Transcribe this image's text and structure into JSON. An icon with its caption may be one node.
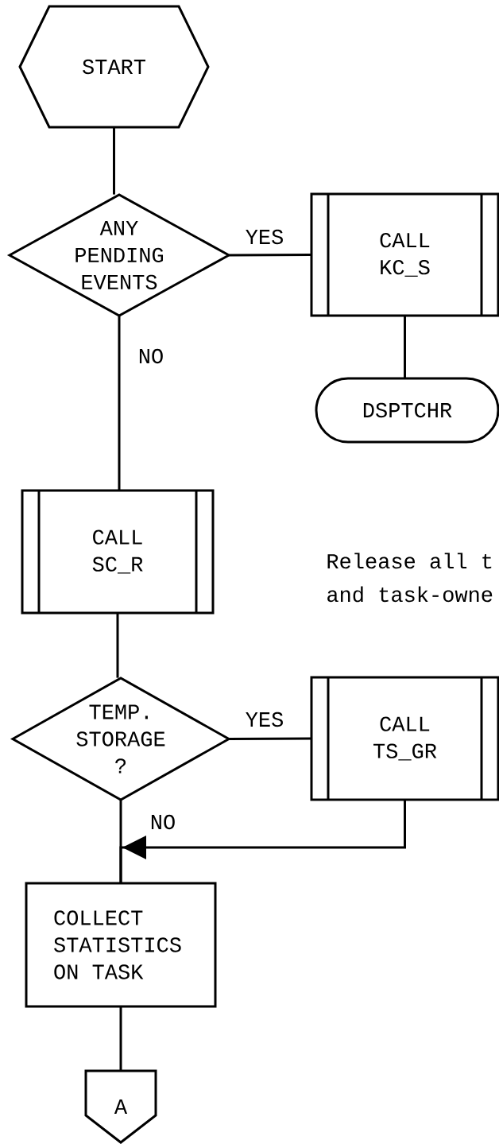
{
  "diagram": {
    "nodes": [
      {
        "text": [
          "START"
        ]
      },
      {
        "text": [
          "ANY PENDING EVENTS"
        ]
      },
      {
        "text": [
          "CALL KC_S"
        ]
      },
      {
        "text": [
          "DSPTCHR"
        ]
      },
      {
        "text": [
          "CALL SC_R"
        ]
      },
      {
        "text": [
          "TEMP. STORAGE ?"
        ]
      },
      {
        "text": [
          "CALL TS_GR"
        ]
      },
      {
        "text": [
          "COLLECT STATISTICS ON TASK"
        ]
      },
      {
        "text": [
          "A"
        ]
      }
    ],
    "edges": [
      {
        "from": 0,
        "to": 1,
        "arrow": "none"
      },
      {
        "from": 1,
        "to": 2,
        "arrow": "none",
        "label": "YES"
      },
      {
        "from": 2,
        "to": 3,
        "arrow": "none"
      },
      {
        "from": 1,
        "to": 4,
        "arrow": "none",
        "label": "NO"
      },
      {
        "from": 4,
        "to": 5,
        "arrow": "none"
      },
      {
        "from": 5,
        "to": 6,
        "arrow": "none",
        "label": "YES"
      },
      {
        "from": 5,
        "to": 7,
        "arrow": "none",
        "label": "NO"
      },
      {
        "from": 6,
        "to": 7,
        "arrow": "to"
      },
      {
        "from": 7,
        "to": 8,
        "arrow": "none"
      }
    ],
    "labels": [
      "Release all t and task-owne"
    ]
  }
}
